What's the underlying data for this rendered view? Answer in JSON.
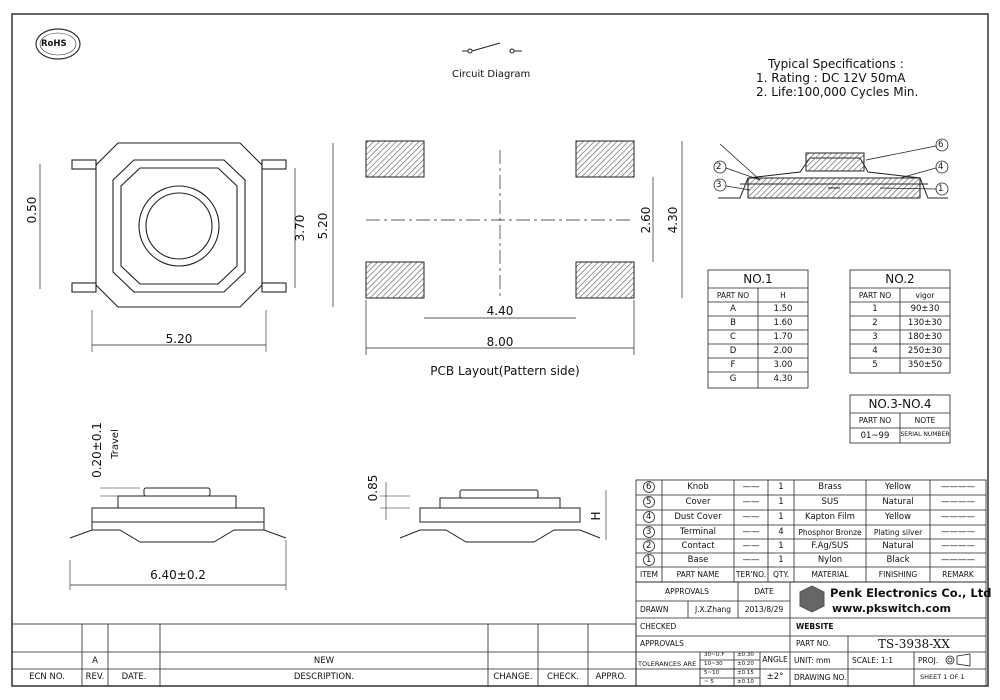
{
  "rohs": "RoHS",
  "circuit_label": "Circuit Diagram",
  "specs": {
    "title": "Typical Specifications :",
    "line1": "1. Rating : DC 12V 50mA",
    "line2": "2. Life:100,000 Cycles Min."
  },
  "dims": {
    "top_d050": "0.50",
    "top_d370": "3.70",
    "top_d520v": "5.20",
    "top_d520h": "5.20",
    "pcb_d260": "2.60",
    "pcb_d430": "4.30",
    "pcb_d440": "4.40",
    "pcb_d800": "8.00",
    "side_travel": "0.20±0.1",
    "side_travel_word": "Travel",
    "side_width": "6.40±0.2",
    "side2_h": "0.85",
    "side2_H": "H"
  },
  "pcb_label": "PCB Layout(Pattern side)",
  "section_balloons": [
    "6",
    "2",
    "3",
    "4",
    "1"
  ],
  "table_no1": {
    "title": "NO.1",
    "headers": [
      "PART NO",
      "H"
    ],
    "rows": [
      [
        "A",
        "1.50"
      ],
      [
        "B",
        "1.60"
      ],
      [
        "C",
        "1.70"
      ],
      [
        "D",
        "2.00"
      ],
      [
        "F",
        "3.00"
      ],
      [
        "G",
        "4.30"
      ]
    ]
  },
  "table_no2": {
    "title": "NO.2",
    "headers": [
      "PART NO",
      "vigor"
    ],
    "rows": [
      [
        "1",
        "90±30"
      ],
      [
        "2",
        "130±30"
      ],
      [
        "3",
        "180±30"
      ],
      [
        "4",
        "250±30"
      ],
      [
        "5",
        "350±50"
      ]
    ]
  },
  "table_no34": {
    "title": "NO.3-NO.4",
    "headers": [
      "PART NO",
      "NOTE"
    ],
    "rows": [
      [
        "01~99",
        "SERIAL NUMBER"
      ]
    ]
  },
  "bom": {
    "headers": [
      "ITEM",
      "PART NAME",
      "TER'NO.",
      "QTY.",
      "MATERIAL",
      "FINISHING",
      "REMARK"
    ],
    "rows": [
      {
        "item": "6",
        "name": "Knob",
        "ter": "——",
        "qty": "1",
        "material": "Brass",
        "finish": "Yellow",
        "remark": "————"
      },
      {
        "item": "5",
        "name": "Cover",
        "ter": "——",
        "qty": "1",
        "material": "SUS",
        "finish": "Natural",
        "remark": "————"
      },
      {
        "item": "4",
        "name": "Dust Cover",
        "ter": "——",
        "qty": "1",
        "material": "Kapton Film",
        "finish": "Yellow",
        "remark": "————"
      },
      {
        "item": "3",
        "name": "Terminal",
        "ter": "——",
        "qty": "4",
        "material": "Phosphor Bronze",
        "finish": "Plating silver",
        "remark": "————"
      },
      {
        "item": "2",
        "name": "Contact",
        "ter": "——",
        "qty": "1",
        "material": "F.Ag/SUS",
        "finish": "Natural",
        "remark": "————"
      },
      {
        "item": "1",
        "name": "Base",
        "ter": "——",
        "qty": "1",
        "material": "Nylon",
        "finish": "Black",
        "remark": "————"
      }
    ]
  },
  "title_block": {
    "approvals": "APPROVALS",
    "date": "DATE",
    "drawn": "DRAWN",
    "drawn_by": "J.X.Zhang",
    "drawn_date": "2013/8/29",
    "checked": "CHECKED",
    "approvals2": "APPROVALS",
    "tolerances": "TOLERANCES ARE",
    "tol_ranges": [
      "30~U.F",
      "10~30",
      "5~10",
      "~ 5"
    ],
    "tol_values": [
      "±0.30",
      "±0.20",
      "±0.15",
      "±0.10"
    ],
    "angle": "ANGLE",
    "angle_val": "±2°",
    "company": "Penk Electronics Co., Ltd",
    "website_url": "www.pkswitch.com",
    "website": "WEBSITE",
    "part_no_label": "PART NO.",
    "part_no": "TS-3938-XX",
    "unit": "UNIT: mm",
    "scale": "SCALE: 1:1",
    "proj": "PROJ.",
    "drawing_no": "DRAWING NO.",
    "sheet": "SHEET 1 OF 1"
  },
  "revision": {
    "rev": "A",
    "desc": "NEW",
    "headers": [
      "ECN NO.",
      "REV.",
      "DATE.",
      "DESCRIPTION.",
      "CHANGE.",
      "CHECK.",
      "APPRO."
    ]
  },
  "colors": {
    "line": "#222222",
    "hatch": "#555555",
    "logo": "#555555"
  }
}
